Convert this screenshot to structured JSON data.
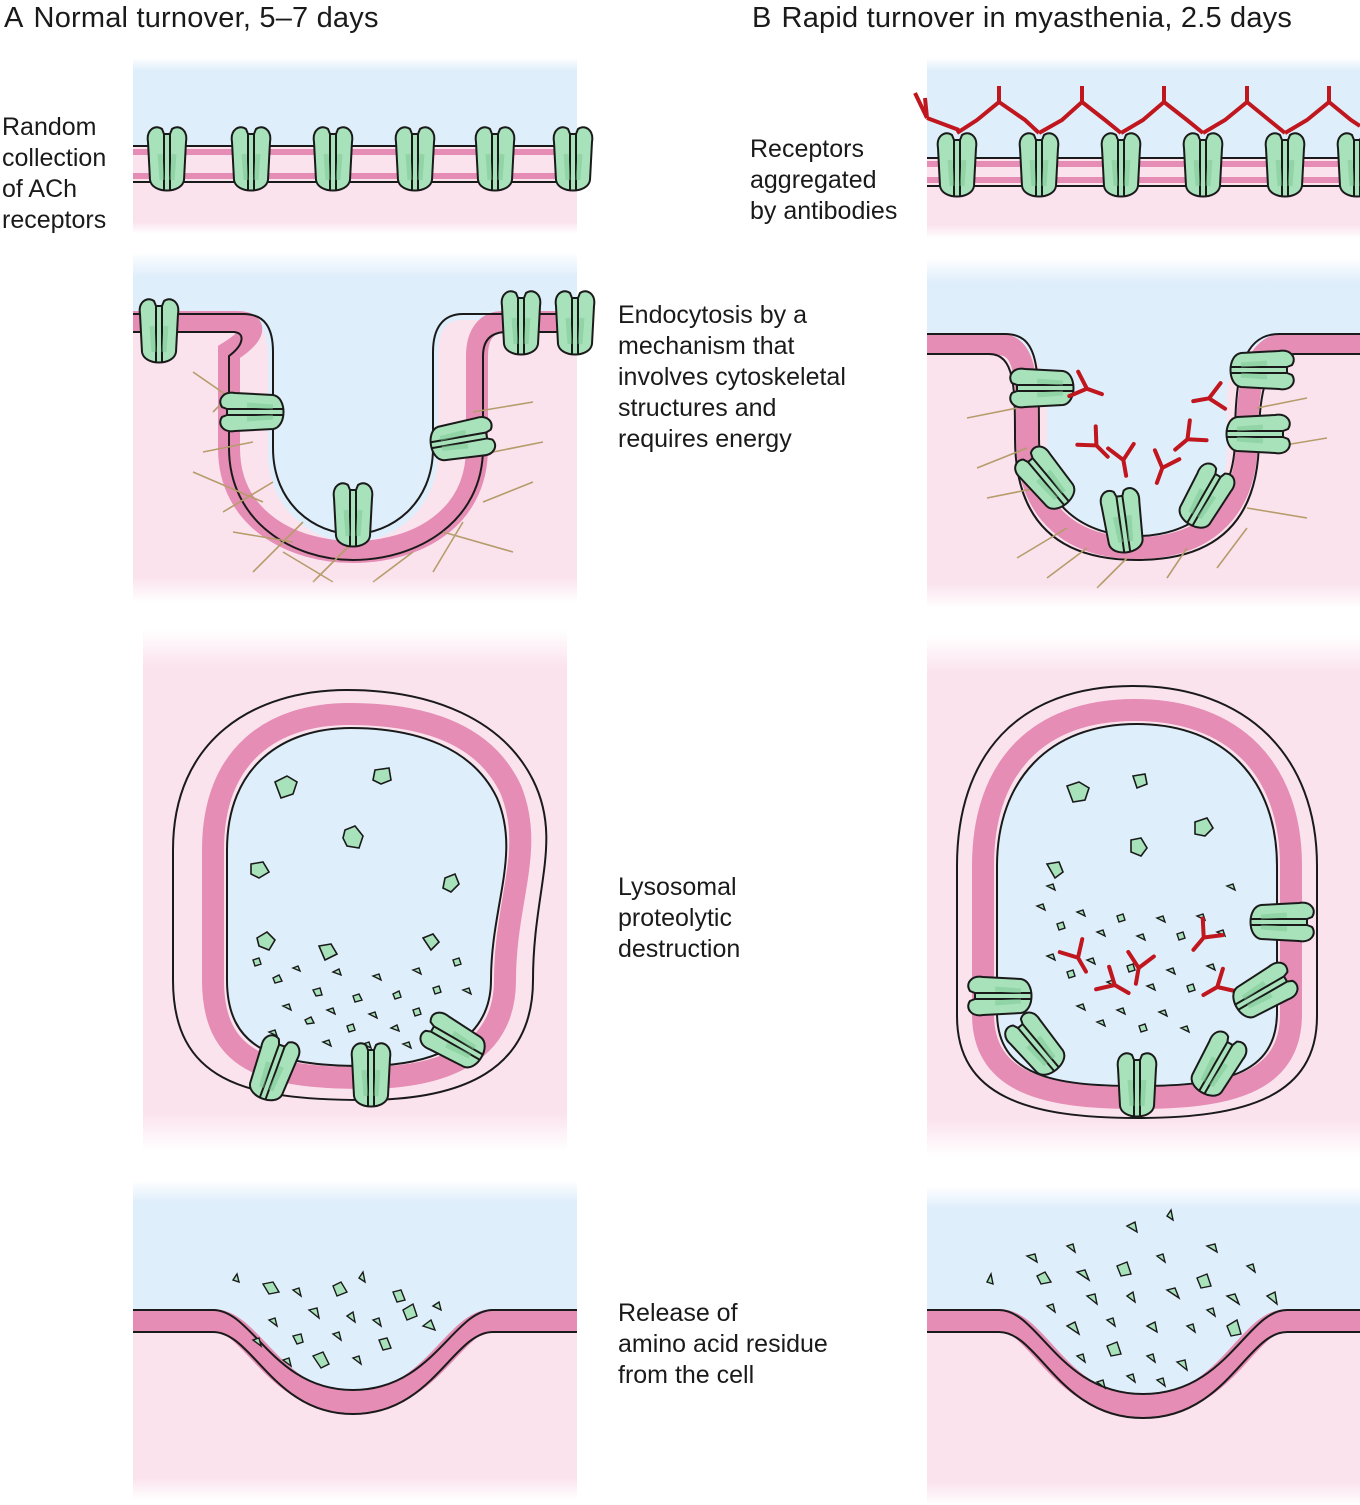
{
  "panel_a": {
    "letter": "A",
    "title": "Normal turnover, 5–7 days",
    "label_random": "Random\ncollection\nof ACh\nreceptors"
  },
  "panel_b": {
    "letter": "B",
    "title": "Rapid turnover in myasthenia, 2.5 days",
    "label_aggregated": "Receptors\naggregated\nby antibodies"
  },
  "steps": {
    "endocytosis": "Endocytosis by a\nmechanism that\ninvolves cytoskeletal\nstructures and\nrequires energy",
    "lysosomal": "Lysosomal\nproteolytic\ndestruction",
    "release": "Release of\namino acid residue\nfrom the cell"
  },
  "colors": {
    "extracellular": "#dfeefb",
    "cytoplasm": "#fbe3ee",
    "membrane": "#e58db4",
    "receptor": "#a8e2ba",
    "antibody": "#c0161e",
    "cytoskeleton": "#b59c6a"
  }
}
